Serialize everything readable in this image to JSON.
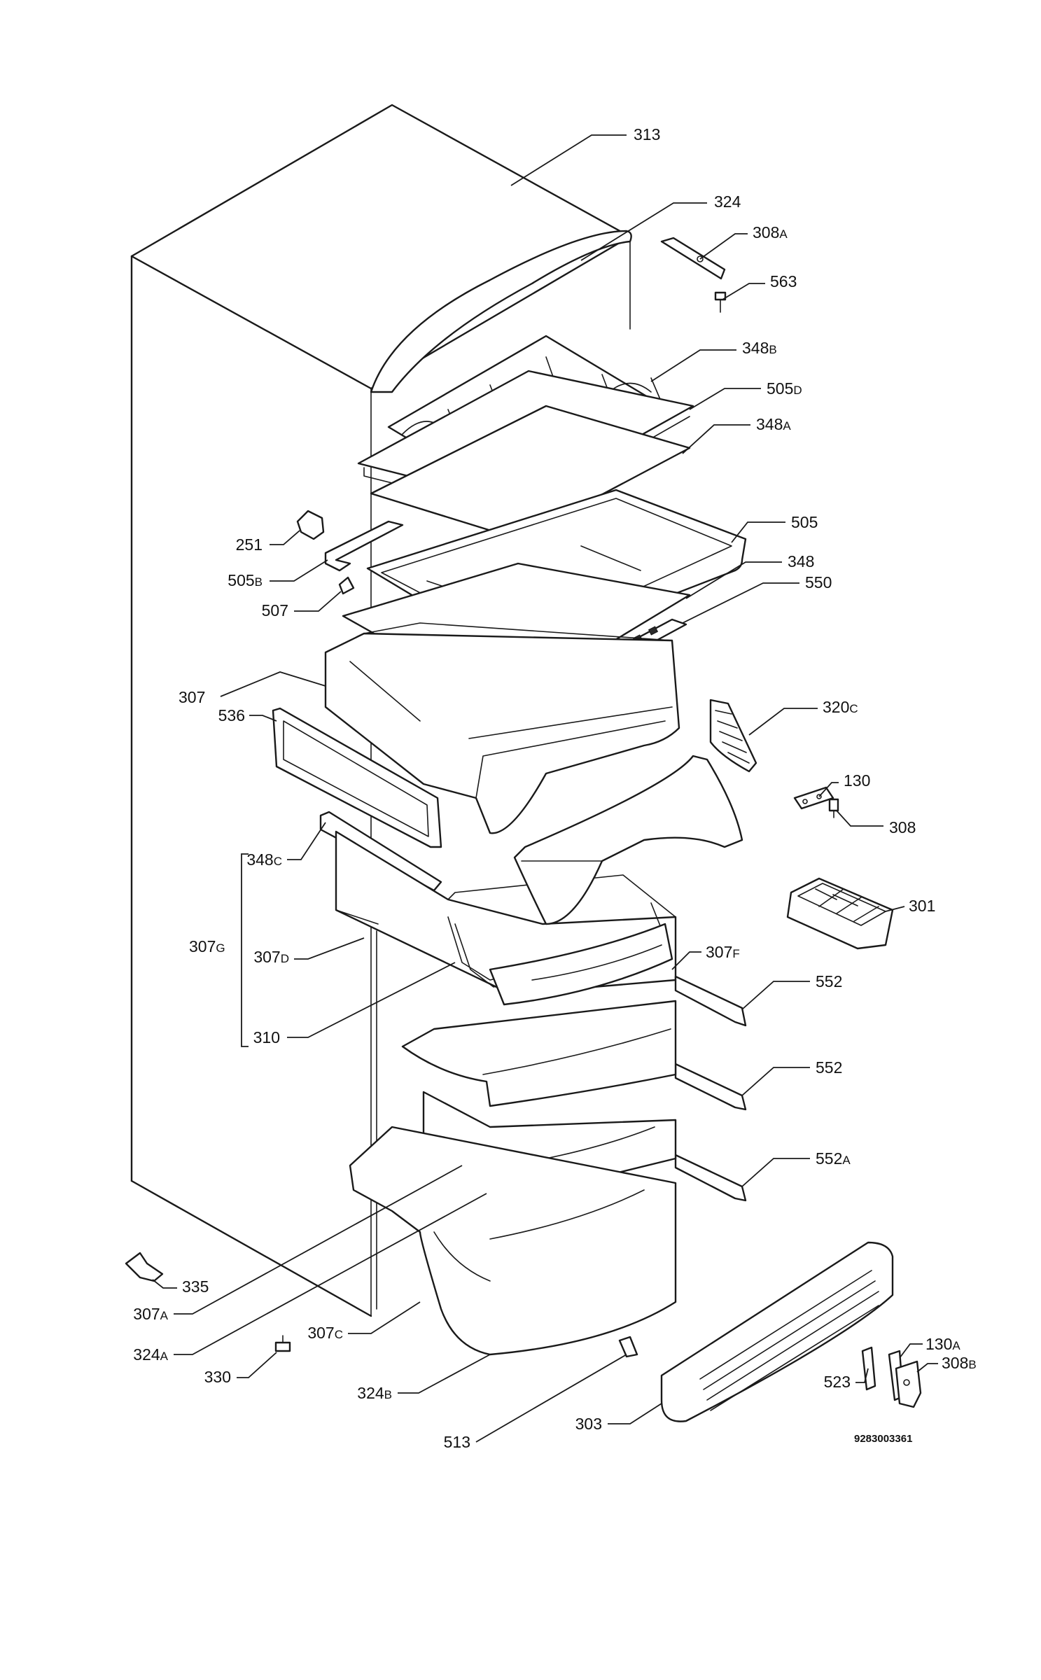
{
  "diagram": {
    "document_number": "9283003361",
    "callouts": [
      {
        "id": "c313",
        "num": "313",
        "suffix": ""
      },
      {
        "id": "c324",
        "num": "324",
        "suffix": ""
      },
      {
        "id": "c308a",
        "num": "308",
        "suffix": "A"
      },
      {
        "id": "c563",
        "num": "563",
        "suffix": ""
      },
      {
        "id": "c348b",
        "num": "348",
        "suffix": "B"
      },
      {
        "id": "c505d",
        "num": "505",
        "suffix": "D"
      },
      {
        "id": "c348a",
        "num": "348",
        "suffix": "A"
      },
      {
        "id": "c251",
        "num": "251",
        "suffix": ""
      },
      {
        "id": "c505",
        "num": "505",
        "suffix": ""
      },
      {
        "id": "c505b",
        "num": "505",
        "suffix": "B"
      },
      {
        "id": "c348",
        "num": "348",
        "suffix": ""
      },
      {
        "id": "c550",
        "num": "550",
        "suffix": ""
      },
      {
        "id": "c507",
        "num": "507",
        "suffix": ""
      },
      {
        "id": "c307",
        "num": "307",
        "suffix": ""
      },
      {
        "id": "c536",
        "num": "536",
        "suffix": ""
      },
      {
        "id": "c320c",
        "num": "320",
        "suffix": "C"
      },
      {
        "id": "c130",
        "num": "130",
        "suffix": ""
      },
      {
        "id": "c308",
        "num": "308",
        "suffix": ""
      },
      {
        "id": "c348c",
        "num": "348",
        "suffix": "C"
      },
      {
        "id": "c301",
        "num": "301",
        "suffix": ""
      },
      {
        "id": "c307g",
        "num": "307",
        "suffix": "G"
      },
      {
        "id": "c307d",
        "num": "307",
        "suffix": "D"
      },
      {
        "id": "c307f",
        "num": "307",
        "suffix": "F"
      },
      {
        "id": "c552a1",
        "num": "552",
        "suffix": ""
      },
      {
        "id": "c310",
        "num": "310",
        "suffix": ""
      },
      {
        "id": "c552a2",
        "num": "552",
        "suffix": ""
      },
      {
        "id": "c552a",
        "num": "552",
        "suffix": "A"
      },
      {
        "id": "c335",
        "num": "335",
        "suffix": ""
      },
      {
        "id": "c307a",
        "num": "307",
        "suffix": "A"
      },
      {
        "id": "c324a",
        "num": "324",
        "suffix": "A"
      },
      {
        "id": "c307c",
        "num": "307",
        "suffix": "C"
      },
      {
        "id": "c330",
        "num": "330",
        "suffix": ""
      },
      {
        "id": "c130a",
        "num": "130",
        "suffix": "A"
      },
      {
        "id": "c308b",
        "num": "308",
        "suffix": "B"
      },
      {
        "id": "c523",
        "num": "523",
        "suffix": ""
      },
      {
        "id": "c324b",
        "num": "324",
        "suffix": "B"
      },
      {
        "id": "c513",
        "num": "513",
        "suffix": ""
      },
      {
        "id": "c303",
        "num": "303",
        "suffix": ""
      }
    ]
  }
}
